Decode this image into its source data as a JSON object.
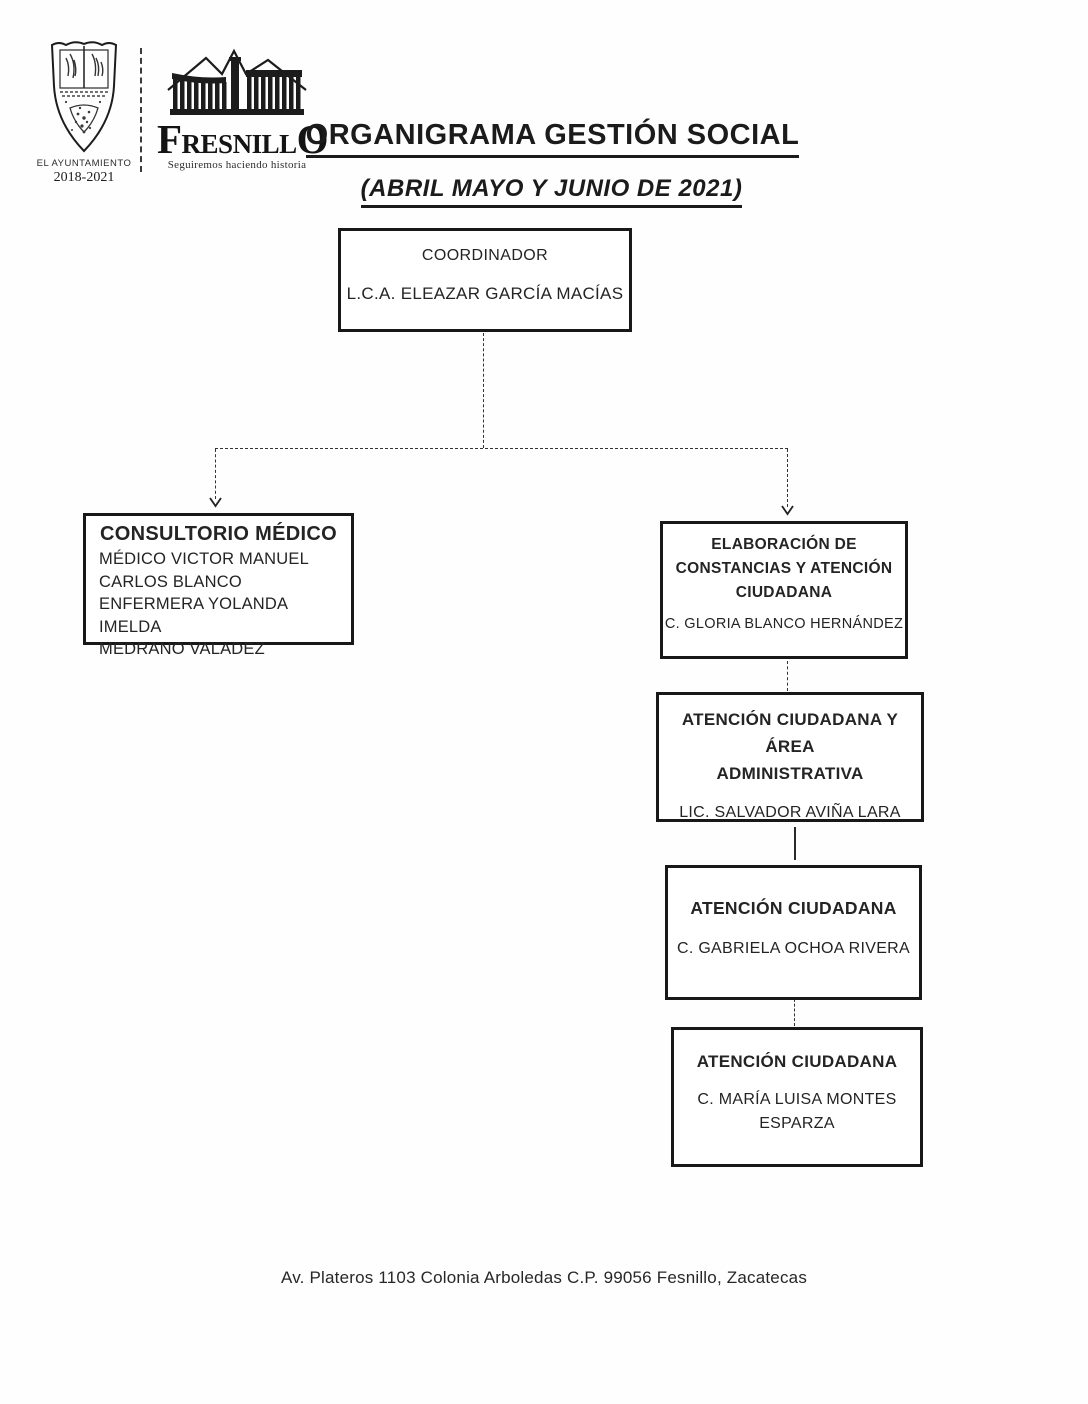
{
  "colors": {
    "ink": "#1b1b1b",
    "background": "#ffffff"
  },
  "header": {
    "shield_caption_line1": "EL AYUNTAMIENTO",
    "shield_caption_line2": "2018-2021",
    "brand_first": "F",
    "brand_mid": "RESNILL",
    "brand_last": "O",
    "brand_tagline": "Seguiremos haciendo historia",
    "title": "ORGANIGRAMA GESTIÓN SOCIAL",
    "subtitle": "(ABRIL MAYO Y JUNIO DE 2021)"
  },
  "org_chart": {
    "coordinator": {
      "role": "COORDINADOR",
      "name": "L.C.A. ELEAZAR GARCÍA MACÍAS"
    },
    "consultorio": {
      "role": "CONSULTORIO MÉDICO",
      "staff": [
        "MÉDICO VICTOR MANUEL",
        "CARLOS BLANCO",
        "ENFERMERA YOLANDA IMELDA",
        "MEDRANO VALADEZ"
      ]
    },
    "constancias": {
      "role": "ELABORACIÓN DE\nCONSTANCIAS Y ATENCIÓN\nCIUDADANA",
      "name": "C. GLORIA BLANCO HERNÁNDEZ"
    },
    "administrativa": {
      "role": "ATENCIÓN CIUDADANA Y ÁREA\nADMINISTRATIVA",
      "name": "LIC. SALVADOR AVIÑA LARA"
    },
    "atencion_1": {
      "role": "ATENCIÓN CIUDADANA",
      "name": "C. GABRIELA OCHOA RIVERA"
    },
    "atencion_2": {
      "role": "ATENCIÓN CIUDADANA",
      "name": "C. MARÍA LUISA MONTES\nESPARZA"
    }
  },
  "footer": {
    "address": "Av. Plateros 1103 Colonia Arboledas C.P. 99056 Fesnillo, Zacatecas"
  }
}
